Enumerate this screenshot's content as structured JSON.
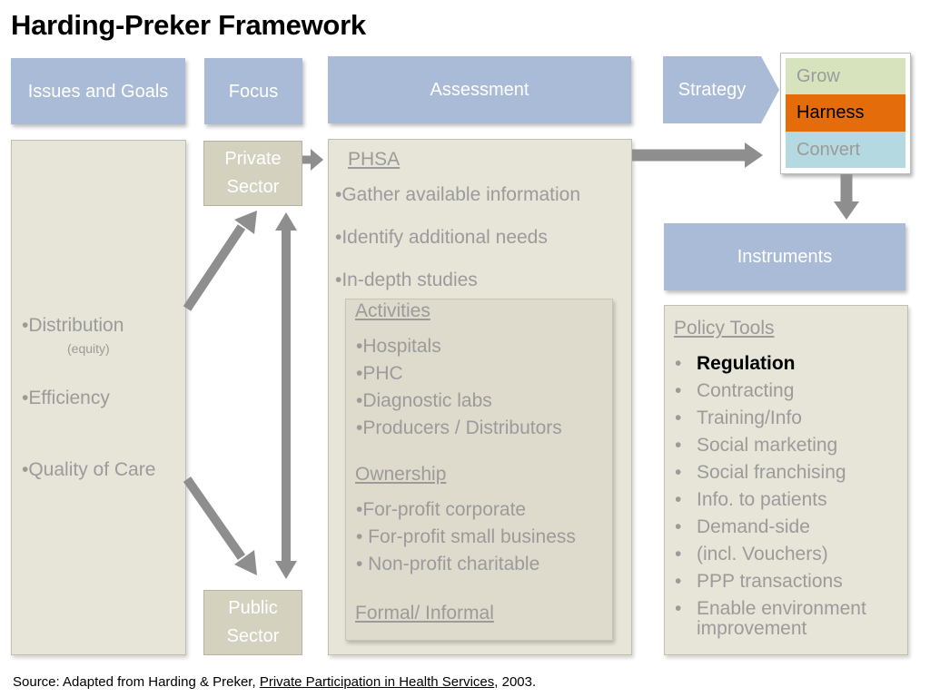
{
  "title": "Harding-Preker Framework",
  "headers": {
    "issues": "Issues and Goals",
    "focus": "Focus",
    "assessment": "Assessment",
    "strategy": "Strategy",
    "instruments": "Instruments"
  },
  "strategy_options": [
    {
      "label": "Grow",
      "color": "#d6e3bd"
    },
    {
      "label": "Harness",
      "color": "#e46c0a"
    },
    {
      "label": "Convert",
      "color": "#b5d9e1"
    }
  ],
  "issues": {
    "items": [
      "•Distribution",
      "•Efficiency",
      "•Quality of Care"
    ],
    "distribution_note": "(equity)"
  },
  "focus": {
    "private_line1": "Private",
    "private_line2": "Sector",
    "public_line1": "Public",
    "public_line2": "Sector"
  },
  "assessment": {
    "heading": "PHSA",
    "bullets": [
      "•Gather available information",
      "•Identify additional needs",
      "•In-depth studies"
    ],
    "activities_heading": "Activities",
    "activities": [
      "•Hospitals",
      "•PHC",
      "•Diagnostic labs",
      "•Producers / Distributors"
    ],
    "ownership_heading": "Ownership",
    "ownership": [
      "•For-profit corporate",
      "• For-profit small business",
      "• Non-profit charitable"
    ],
    "formal_heading": "Formal/ Informal"
  },
  "policy_tools": {
    "heading": "Policy Tools",
    "items": [
      "Regulation",
      "Contracting",
      "Training/Info",
      "Social marketing",
      "Social franchising",
      "Info. to patients",
      "Demand-side",
      "(incl. Vouchers)",
      "PPP transactions",
      "Enable environment"
    ],
    "continuation": "improvement",
    "bullet": "•"
  },
  "source": {
    "prefix": "Source: Adapted from Harding & Preker, ",
    "link": "Private Participation in Health Services",
    "suffix": ", 2003."
  },
  "colors": {
    "header_fill": "#a9bbd6",
    "panel_fill": "#e7e4d8",
    "sector_fill": "#d4d1be",
    "arrow": "#8e8e8e",
    "harness_text": "#000000",
    "muted_text": "#9b9b9b"
  }
}
